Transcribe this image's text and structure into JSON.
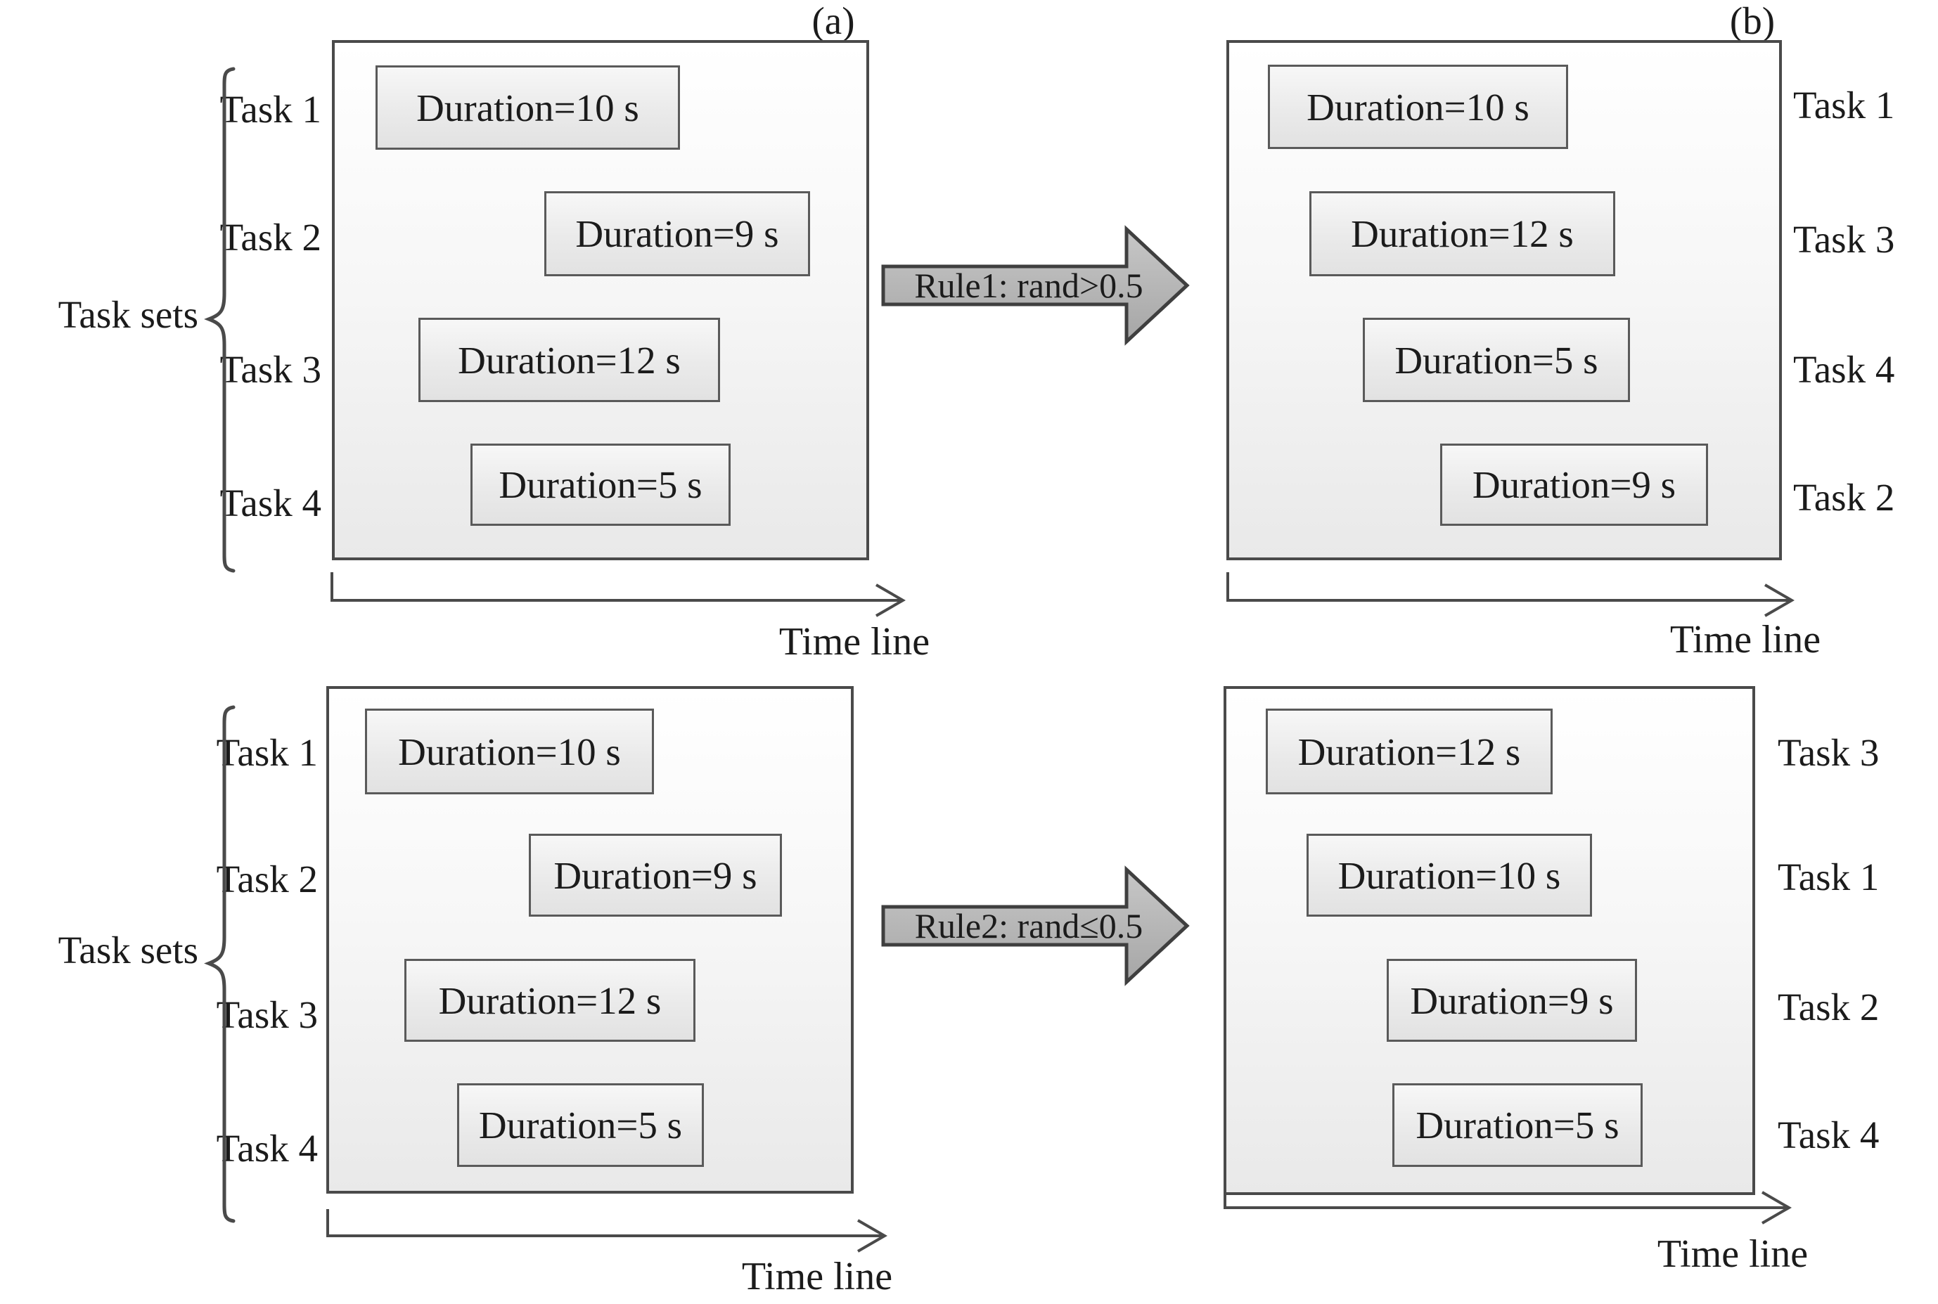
{
  "labels": {
    "panel_a": "(a)",
    "panel_b": "(b)",
    "task_sets": "Task sets",
    "time_line": "Time line"
  },
  "arrows": {
    "rule1": "Rule1: rand>0.5",
    "rule2": "Rule2: rand≤0.5"
  },
  "quadrants": {
    "top_left": {
      "tasks": [
        {
          "label": "Task 1",
          "duration": "Duration=10 s"
        },
        {
          "label": "Task 2",
          "duration": "Duration=9 s"
        },
        {
          "label": "Task 3",
          "duration": "Duration=12 s"
        },
        {
          "label": "Task 4",
          "duration": "Duration=5 s"
        }
      ]
    },
    "top_right": {
      "tasks": [
        {
          "label": "Task 1",
          "duration": "Duration=10 s"
        },
        {
          "label": "Task 3",
          "duration": "Duration=12 s"
        },
        {
          "label": "Task 4",
          "duration": "Duration=5 s"
        },
        {
          "label": "Task 2",
          "duration": "Duration=9 s"
        }
      ]
    },
    "bottom_left": {
      "tasks": [
        {
          "label": "Task 1",
          "duration": "Duration=10 s"
        },
        {
          "label": "Task 2",
          "duration": "Duration=9 s"
        },
        {
          "label": "Task 3",
          "duration": "Duration=12 s"
        },
        {
          "label": "Task 4",
          "duration": "Duration=5 s"
        }
      ]
    },
    "bottom_right": {
      "tasks": [
        {
          "label": "Task 3",
          "duration": "Duration=12 s"
        },
        {
          "label": "Task 1",
          "duration": "Duration=10 s"
        },
        {
          "label": "Task 2",
          "duration": "Duration=9 s"
        },
        {
          "label": "Task 4",
          "duration": "Duration=5 s"
        }
      ]
    }
  },
  "colors": {
    "panel_border": "#4a4a4a",
    "box_border": "#5a5a5a",
    "box_fill": "#e9e9e9",
    "panel_fill": "#f1f1f1",
    "arrow_fill": "#b3b3b3",
    "arrow_border": "#3f3f3f",
    "line": "#4a4a4a",
    "text": "#1b1b1b"
  }
}
